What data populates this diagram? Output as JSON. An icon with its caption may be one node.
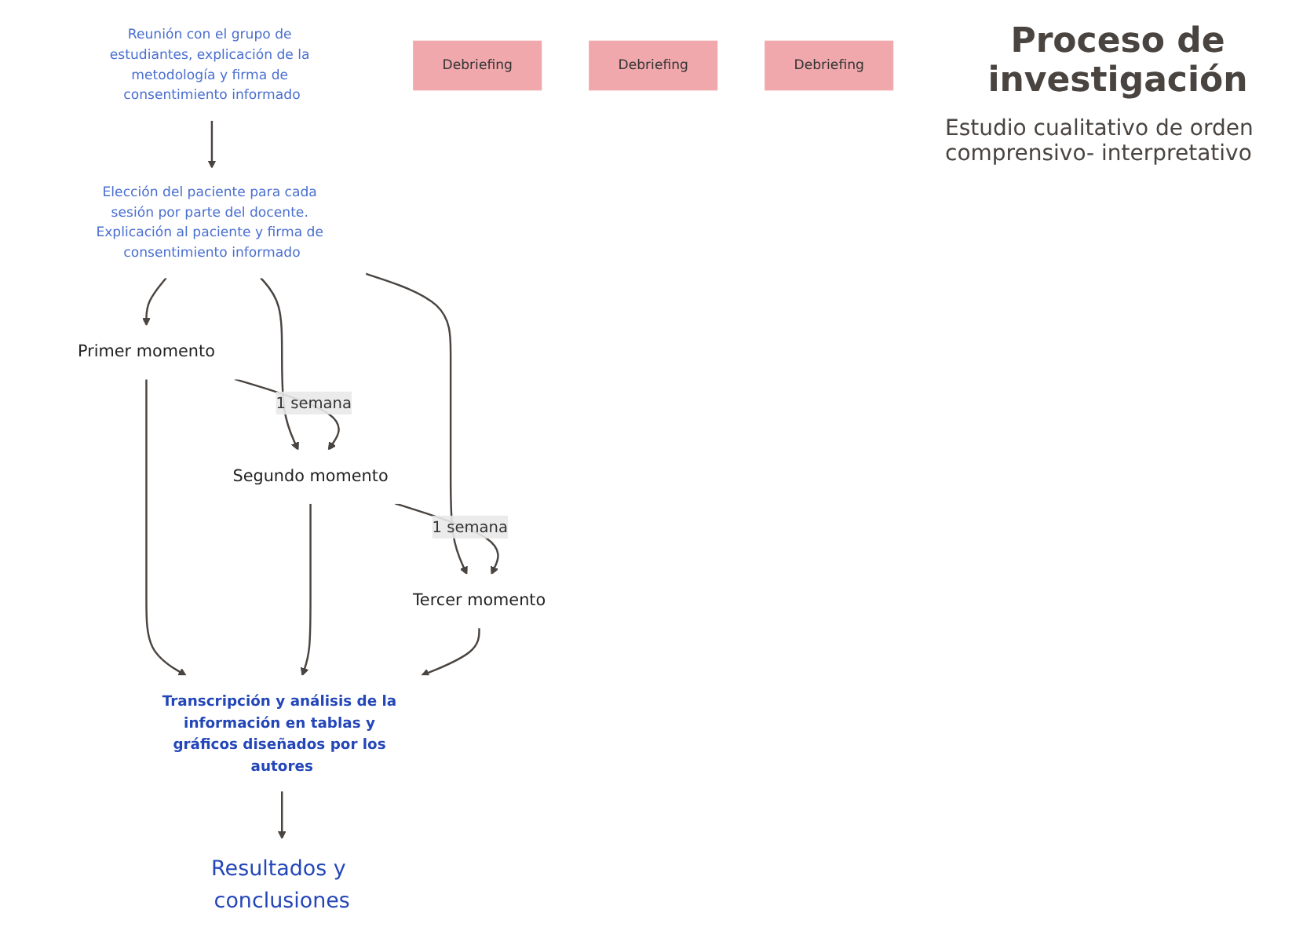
{
  "diagram": {
    "title": "Proceso de investigación",
    "nodes": [
      {
        "text": [
          "Reunión con el grupo de estudiantes, explicación de la metodología y firma de consentimiento informado"
        ]
      },
      {
        "text": [
          "Elección del paciente para cada sesión por parte del docente. Explicación al paciente y firma de consentimiento informado"
        ]
      },
      {
        "text": [
          "Primer momento"
        ]
      },
      {
        "text": [
          "Debriefing"
        ]
      },
      {
        "text": [
          "Segundo momento"
        ]
      },
      {
        "text": [
          "Debriefing"
        ]
      },
      {
        "text": [
          "Tercer momento"
        ]
      },
      {
        "text": [
          "Debriefing"
        ]
      },
      {
        "text": [
          "Transcripción y análisis de la información en tablas y gráficos diseñados por los autores"
        ]
      },
      {
        "text": [
          "Resultados y conclusiones"
        ]
      }
    ],
    "edges": [
      {
        "from": 0,
        "to": 1,
        "arrow": "to"
      },
      {
        "from": 1,
        "to": 2,
        "arrow": "to"
      },
      {
        "from": 1,
        "to": 4,
        "arrow": "to"
      },
      {
        "from": 1,
        "to": 6,
        "arrow": "to"
      },
      {
        "from": 2,
        "to": 4,
        "arrow": "to",
        "label": "1 semana"
      },
      {
        "from": 4,
        "to": 6,
        "arrow": "to",
        "label": "1 semana"
      },
      {
        "from": 2,
        "to": 8,
        "arrow": "to"
      },
      {
        "from": 4,
        "to": 8,
        "arrow": "to"
      },
      {
        "from": 6,
        "to": 8,
        "arrow": "to"
      },
      {
        "from": 8,
        "to": 9,
        "arrow": "to"
      }
    ],
    "labels": [
      "Estudio cualitativo de orden comprensivo- interpretativo"
    ]
  }
}
